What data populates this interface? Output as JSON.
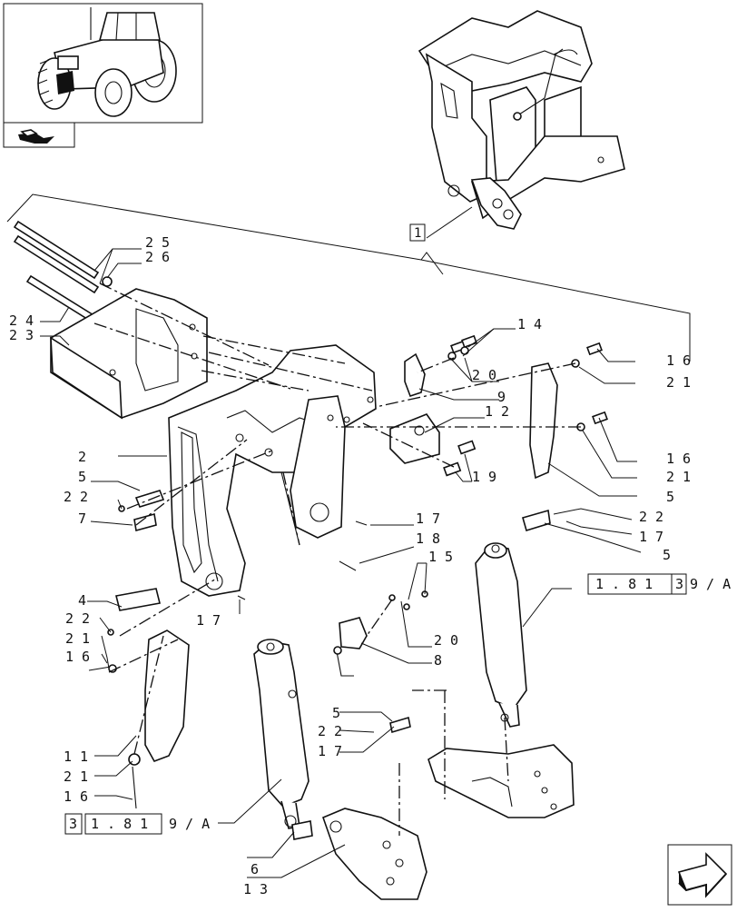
{
  "callouts": [
    {
      "id": "c25",
      "label": "2 5"
    },
    {
      "id": "c26",
      "label": "2 6"
    },
    {
      "id": "c24",
      "label": "2 4"
    },
    {
      "id": "c23",
      "label": "2 3"
    },
    {
      "id": "c14",
      "label": "1 4"
    },
    {
      "id": "c16a",
      "label": "1 6"
    },
    {
      "id": "c21a",
      "label": "2 1"
    },
    {
      "id": "c20a",
      "label": "2 0"
    },
    {
      "id": "c9",
      "label": "9"
    },
    {
      "id": "c12",
      "label": "1 2"
    },
    {
      "id": "c19",
      "label": "1 9"
    },
    {
      "id": "c16b",
      "label": "1 6"
    },
    {
      "id": "c21b",
      "label": "2 1"
    },
    {
      "id": "c5a",
      "label": "5"
    },
    {
      "id": "c2",
      "label": "2"
    },
    {
      "id": "c5b",
      "label": "5"
    },
    {
      "id": "c22a",
      "label": "2 2"
    },
    {
      "id": "c7",
      "label": "7"
    },
    {
      "id": "c17a",
      "label": "1 7"
    },
    {
      "id": "c18",
      "label": "1 8"
    },
    {
      "id": "c15",
      "label": "1 5"
    },
    {
      "id": "c22b",
      "label": "2 2"
    },
    {
      "id": "c17b",
      "label": "1 7"
    },
    {
      "id": "c5c",
      "label": "5"
    },
    {
      "id": "c4",
      "label": "4"
    },
    {
      "id": "c22c",
      "label": "2 2"
    },
    {
      "id": "c21c",
      "label": "2 1"
    },
    {
      "id": "c16c",
      "label": "1 6"
    },
    {
      "id": "c17c",
      "label": "1 7"
    },
    {
      "id": "c20b",
      "label": "2 0"
    },
    {
      "id": "c8",
      "label": "8"
    },
    {
      "id": "c5d",
      "label": "5"
    },
    {
      "id": "c22d",
      "label": "2 2"
    },
    {
      "id": "c17d",
      "label": "1 7"
    },
    {
      "id": "c11",
      "label": "1 1"
    },
    {
      "id": "c21d",
      "label": "2 1"
    },
    {
      "id": "c16d",
      "label": "1 6"
    },
    {
      "id": "c6",
      "label": "6"
    },
    {
      "id": "c13",
      "label": "1 3"
    }
  ],
  "assembly_ref": "1",
  "cross_refs": [
    {
      "id": "ref_right",
      "box_num": "1 . 8 1",
      "box_sub": "3",
      "suffix": "9 / A"
    },
    {
      "id": "ref_left",
      "box_pre": "3",
      "box_num": "1 . 8 1",
      "suffix": "9 / A"
    }
  ],
  "icons": [
    "tractor-thumbnail",
    "nav-arrow-icon",
    "next-page-arrow-icon"
  ]
}
